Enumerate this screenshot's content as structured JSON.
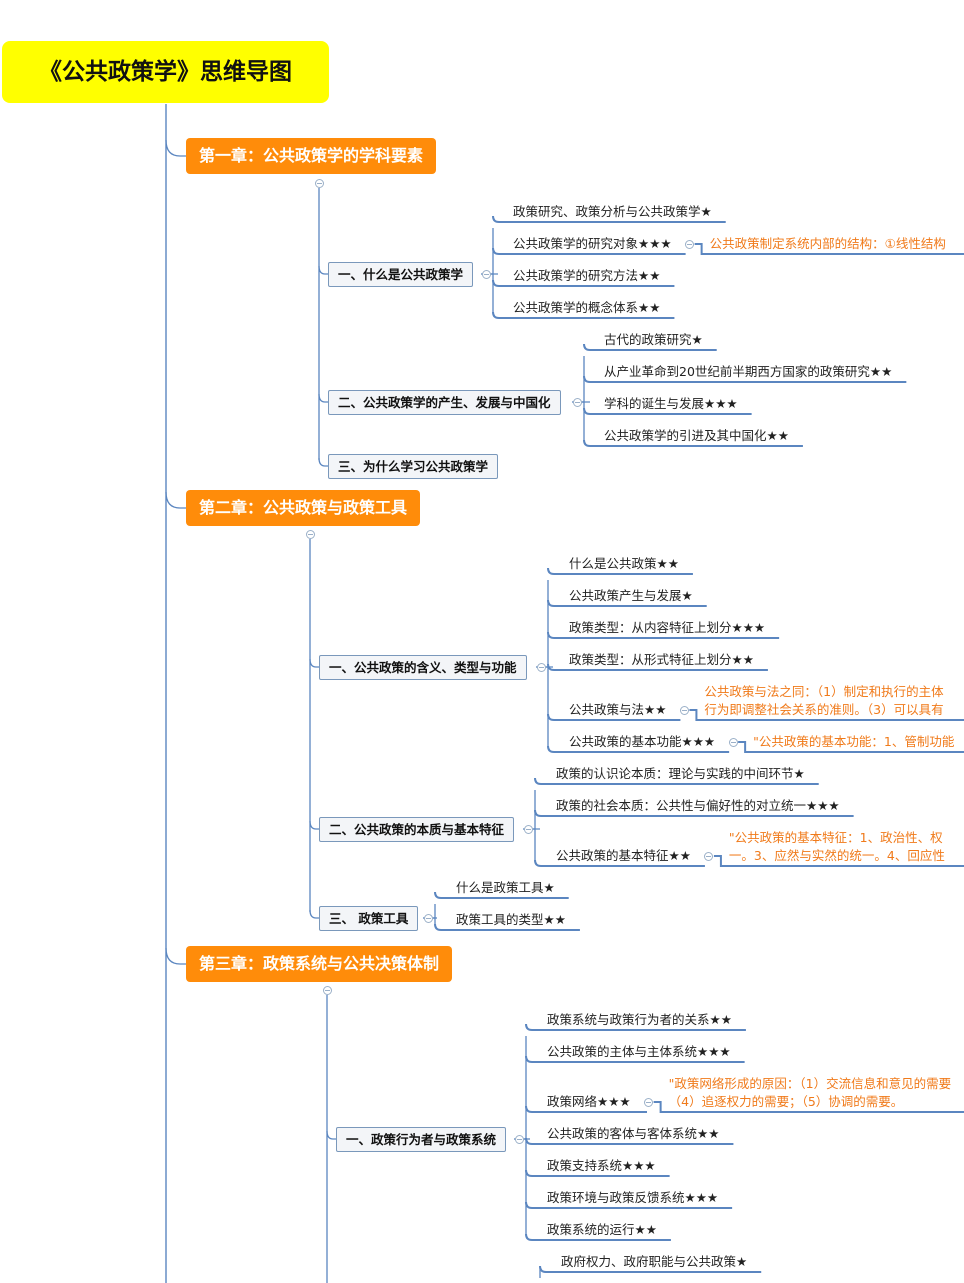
{
  "title": "《公共政策学》思维导图",
  "chapters": [
    {
      "label": "第一章：公共政策学的学科要素",
      "sections": [
        {
          "label": "一、什么是公共政策学",
          "items": [
            {
              "label": "政策研究、政策分析与公共政策学★"
            },
            {
              "label": "公共政策学的研究对象★★★",
              "note": [
                "公共政策制定系统内部的结构：①线性结构"
              ]
            },
            {
              "label": "公共政策学的研究方法★★"
            },
            {
              "label": "公共政策学的概念体系★★"
            }
          ]
        },
        {
          "label": "二、公共政策学的产生、发展与中国化",
          "items": [
            {
              "label": "古代的政策研究★"
            },
            {
              "label": "从产业革命到20世纪前半期西方国家的政策研究★★"
            },
            {
              "label": "学科的诞生与发展★★★"
            },
            {
              "label": "公共政策学的引进及其中国化★★"
            }
          ]
        },
        {
          "label": "三、为什么学习公共政策学",
          "items": []
        }
      ]
    },
    {
      "label": "第二章：公共政策与政策工具",
      "sections": [
        {
          "label": "一、公共政策的含义、类型与功能",
          "items": [
            {
              "label": "什么是公共政策★★"
            },
            {
              "label": "公共政策产生与发展★"
            },
            {
              "label": "政策类型：从内容特征上划分★★★"
            },
            {
              "label": "政策类型：从形式特征上划分★★"
            },
            {
              "label": "公共政策与法★★",
              "note": [
                "公共政策与法之同：（1）制定和执行的主体",
                "行为即调整社会关系的准则。（3）可以具有"
              ]
            },
            {
              "label": "公共政策的基本功能★★★",
              "note": [
                "\"公共政策的基本功能：1、管制功能"
              ]
            }
          ]
        },
        {
          "label": "二、公共政策的本质与基本特征",
          "items": [
            {
              "label": "政策的认识论本质：理论与实践的中间环节★"
            },
            {
              "label": "政策的社会本质：公共性与偏好性的对立统一★★★"
            },
            {
              "label": "公共政策的基本特征★★",
              "note": [
                "\"公共政策的基本特征：1、政治性、权",
                "一。3、应然与实然的统一。4、回应性"
              ]
            }
          ]
        },
        {
          "label": "三、 政策工具",
          "items": [
            {
              "label": "什么是政策工具★"
            },
            {
              "label": "政策工具的类型★★"
            }
          ]
        }
      ]
    },
    {
      "label": "第三章：政策系统与公共决策体制",
      "sections": [
        {
          "label": "一、政策行为者与政策系统",
          "items": [
            {
              "label": "政策系统与政策行为者的关系★★"
            },
            {
              "label": "公共政策的主体与主体系统★★★"
            },
            {
              "label": "政策网络★★★",
              "note": [
                "\"政策网络形成的原因：（1）交流信息和意见的需要",
                "（4）追逐权力的需要；（5）协调的需要。"
              ]
            },
            {
              "label": "公共政策的客体与客体系统★★"
            },
            {
              "label": "政策支持系统★★★"
            },
            {
              "label": "政策环境与政策反馈系统★★★"
            },
            {
              "label": "政策系统的运行★★"
            }
          ]
        },
        {
          "label": "",
          "items": [
            {
              "label": "政府权力、政府职能与公共政策★"
            }
          ]
        }
      ]
    }
  ]
}
